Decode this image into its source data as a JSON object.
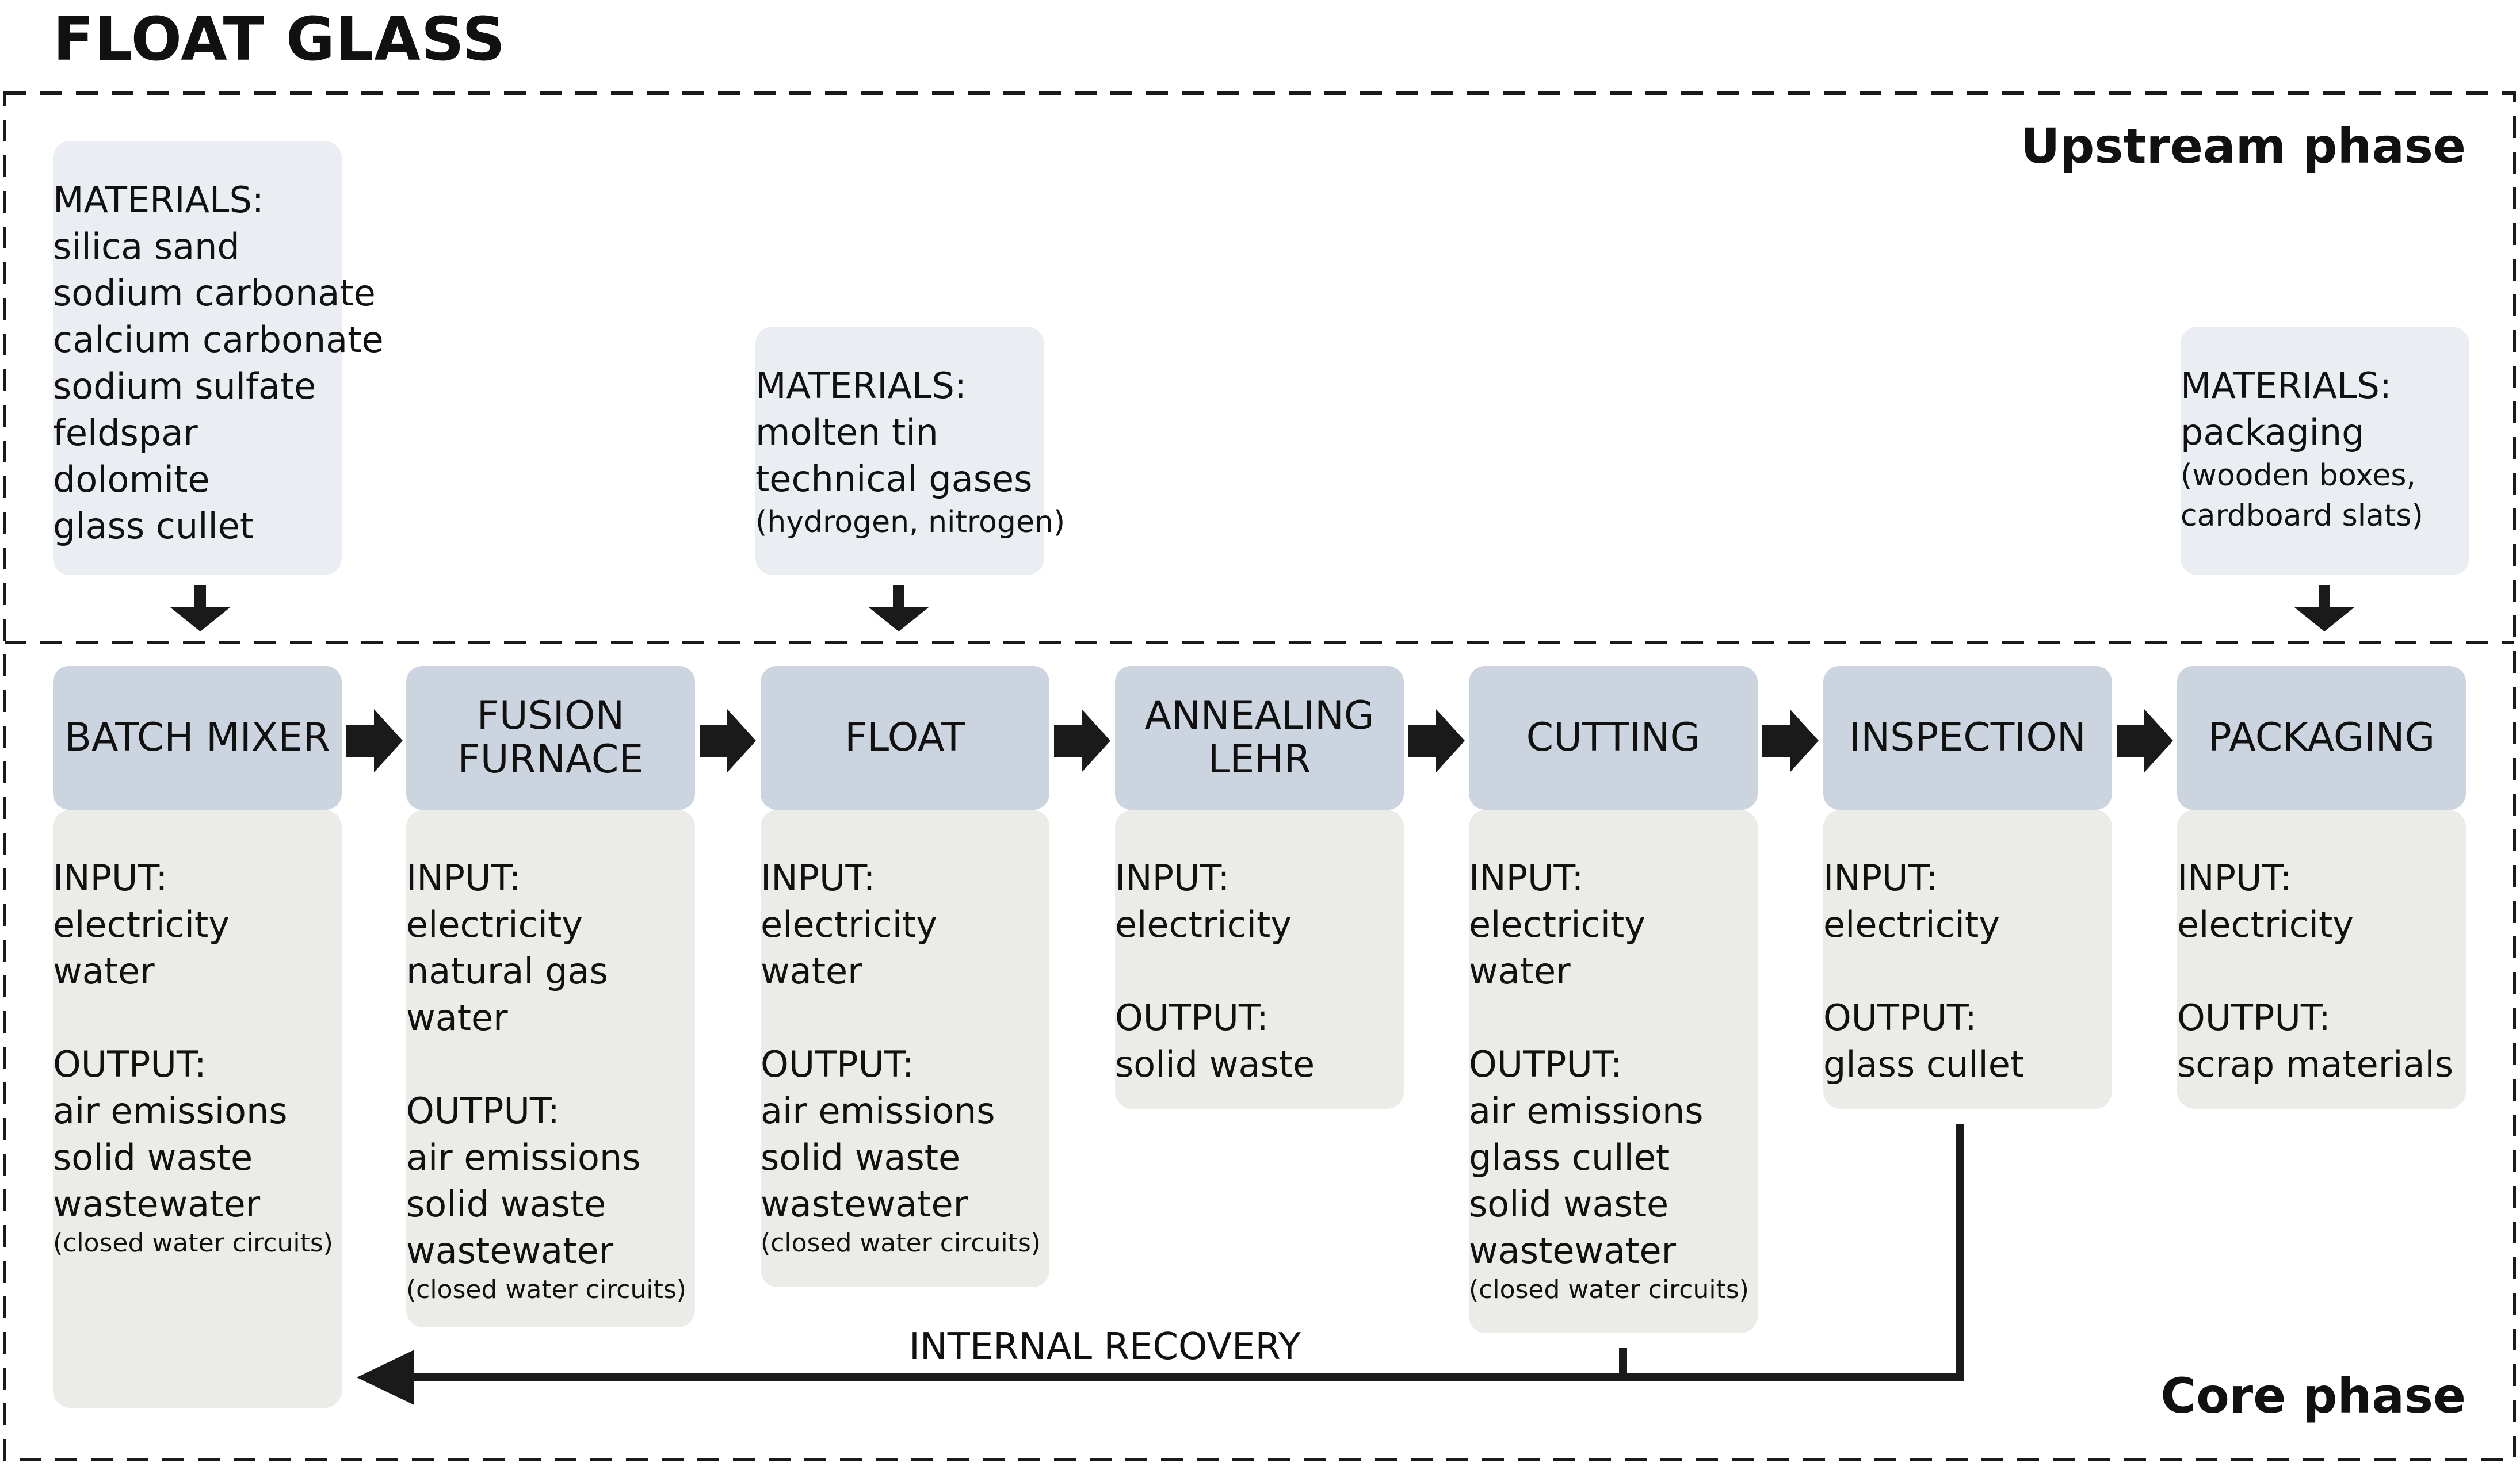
{
  "title": "FLOAT GLASS",
  "phases": {
    "upstream": "Upstream phase",
    "core": "Core phase"
  },
  "materials": [
    {
      "heading": "MATERIALS:",
      "items": [
        "silica sand",
        "sodium carbonate",
        "calcium carbonate",
        "sodium sulfate",
        "feldspar",
        "dolomite",
        "glass cullet"
      ],
      "notes": []
    },
    {
      "heading": "MATERIALS:",
      "items": [
        "molten tin",
        "technical gases"
      ],
      "notes": [
        "(hydrogen, nitrogen)"
      ]
    },
    {
      "heading": "MATERIALS:",
      "items": [
        "packaging"
      ],
      "notes": [
        "(wooden boxes,",
        "cardboard slats)"
      ]
    }
  ],
  "steps": [
    {
      "label": [
        "BATCH MIXER"
      ],
      "input_heading": "INPUT:",
      "inputs": [
        "electricity",
        "water"
      ],
      "output_heading": "OUTPUT:",
      "outputs": [
        "air emissions",
        "solid waste",
        "wastewater"
      ],
      "note": "(closed water circuits)"
    },
    {
      "label": [
        "FUSION",
        "FURNACE"
      ],
      "input_heading": "INPUT:",
      "inputs": [
        "electricity",
        "natural gas",
        "water"
      ],
      "output_heading": "OUTPUT:",
      "outputs": [
        "air emissions",
        "solid waste",
        "wastewater"
      ],
      "note": "(closed water circuits)"
    },
    {
      "label": [
        "FLOAT"
      ],
      "input_heading": "INPUT:",
      "inputs": [
        "electricity",
        "water"
      ],
      "output_heading": "OUTPUT:",
      "outputs": [
        "air emissions",
        "solid waste",
        "wastewater"
      ],
      "note": "(closed water circuits)"
    },
    {
      "label": [
        "ANNEALING",
        "LEHR"
      ],
      "input_heading": "INPUT:",
      "inputs": [
        "electricity"
      ],
      "output_heading": "OUTPUT:",
      "outputs": [
        "solid waste"
      ],
      "note": ""
    },
    {
      "label": [
        "CUTTING"
      ],
      "input_heading": "INPUT:",
      "inputs": [
        "electricity",
        "water"
      ],
      "output_heading": "OUTPUT:",
      "outputs": [
        "air emissions",
        "glass cullet",
        "solid waste",
        "wastewater"
      ],
      "note": "(closed water circuits)"
    },
    {
      "label": [
        "INSPECTION"
      ],
      "input_heading": "INPUT:",
      "inputs": [
        "electricity"
      ],
      "output_heading": "OUTPUT:",
      "outputs": [
        "glass cullet"
      ],
      "note": ""
    },
    {
      "label": [
        "PACKAGING"
      ],
      "input_heading": "INPUT:",
      "inputs": [
        "electricity"
      ],
      "output_heading": "OUTPUT:",
      "outputs": [
        "scrap materials"
      ],
      "note": ""
    }
  ],
  "recovery_label": "INTERNAL RECOVERY",
  "colors": {
    "material_box": "#eaedf1",
    "step_box": "#ccd4df",
    "io_box": "#ebebe7",
    "arrow": "#1a1a1a"
  }
}
